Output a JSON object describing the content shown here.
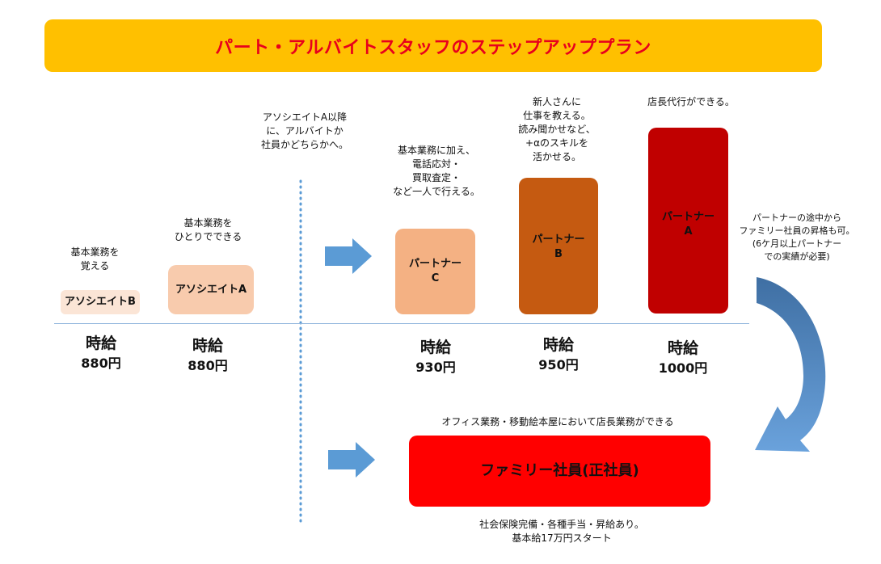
{
  "title": "パート・アルバイトスタッフのステップアッププラン",
  "notes": {
    "associate_b": "基本業務を\n覚える",
    "associate_a": "基本業務を\nひとりでできる",
    "transition": "アソシエイトA以降\nに、アルバイトか\n社員かどちらかへ。",
    "partner_c": "基本業務に加え、\n電話応対・\n買取査定・\nなど一人で行える。",
    "partner_b": "新人さんに\n仕事を教える。\n読み聞かせなど、\n+αのスキルを\n活かせる。",
    "partner_a": "店長代行ができる。",
    "promotion": "パートナーの途中から\nファミリー社員の昇格も可。\n(6ケ月以上パートナー\nでの実績が必要)",
    "family_top": "オフィス業務・移動絵本屋において店長業務ができる",
    "family_bottom": "社会保険完備・各種手当・昇給あり。\n基本給17万円スタート"
  },
  "stages": {
    "associate_b": "アソシエイトB",
    "associate_a": "アソシエイトA",
    "partner_c": "パートナー\nC",
    "partner_b": "パートナー\nB",
    "partner_a": "パートナー\nA",
    "family": "ファミリー社員(正社員)"
  },
  "wages": {
    "label": "時給",
    "associate_b": "880円",
    "associate_a": "880円",
    "partner_c": "930円",
    "partner_b": "950円",
    "partner_a": "1000円"
  },
  "colors": {
    "title_bg": "#ffc000",
    "title_text": "#e8001c",
    "associate_b": "#fbe5d6",
    "associate_a": "#f8cbad",
    "partner_c": "#f4b183",
    "partner_b": "#c55a11",
    "partner_a": "#c00000",
    "family": "#ff0000",
    "arrow": "#5b9bd5",
    "divider": "#5b9bd5"
  }
}
